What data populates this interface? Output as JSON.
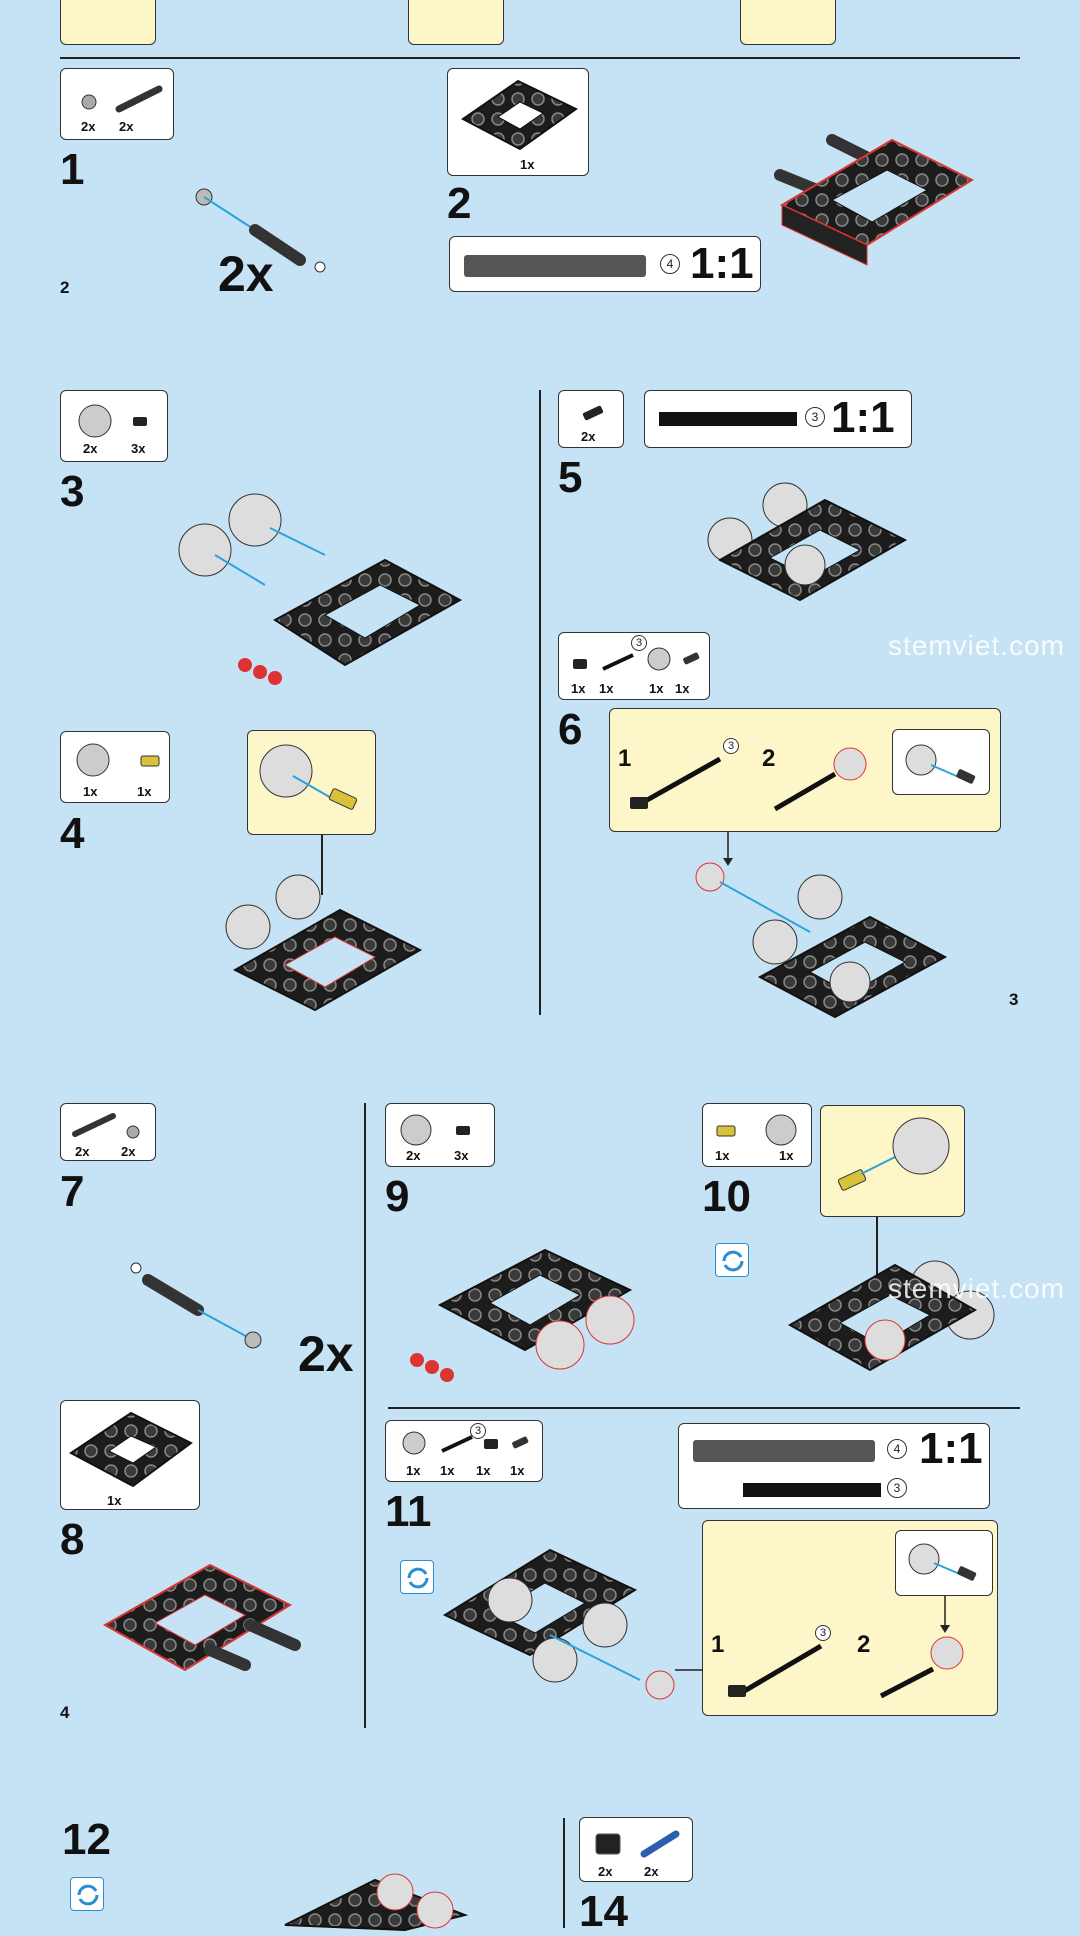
{
  "page_numbers": {
    "p2": "2",
    "p3": "3",
    "p4": "4"
  },
  "watermark": "stemviet.com",
  "steps": {
    "s1": {
      "num": "1",
      "parts": [
        "2x",
        "2x"
      ],
      "multiplier": "2x"
    },
    "s2": {
      "num": "2",
      "parts": [
        "1x"
      ],
      "ratio": "1:1",
      "len": "4"
    },
    "s3": {
      "num": "3",
      "parts": [
        "2x",
        "3x"
      ]
    },
    "s4": {
      "num": "4",
      "parts": [
        "1x",
        "1x"
      ]
    },
    "s5": {
      "num": "5",
      "parts": [
        "2x"
      ],
      "ratio": "1:1",
      "len": "3"
    },
    "s6": {
      "num": "6",
      "parts": [
        "1x",
        "1x",
        "1x",
        "1x"
      ],
      "len": "3",
      "sub1": "1",
      "sub2": "2",
      "sublen": "3"
    },
    "s7": {
      "num": "7",
      "parts": [
        "2x",
        "2x"
      ],
      "multiplier": "2x"
    },
    "s8": {
      "num": "8",
      "parts": [
        "1x"
      ]
    },
    "s9": {
      "num": "9",
      "parts": [
        "2x",
        "3x"
      ]
    },
    "s10": {
      "num": "10",
      "parts": [
        "1x",
        "1x"
      ]
    },
    "s11": {
      "num": "11",
      "parts": [
        "1x",
        "1x",
        "1x",
        "1x"
      ],
      "len": "3",
      "ratio": "1:1",
      "len_a": "4",
      "len_b": "3",
      "sub1": "1",
      "sub2": "2",
      "sublen": "3"
    },
    "s12": {
      "num": "12"
    },
    "s14": {
      "num": "14",
      "parts": [
        "2x",
        "2x"
      ]
    }
  }
}
